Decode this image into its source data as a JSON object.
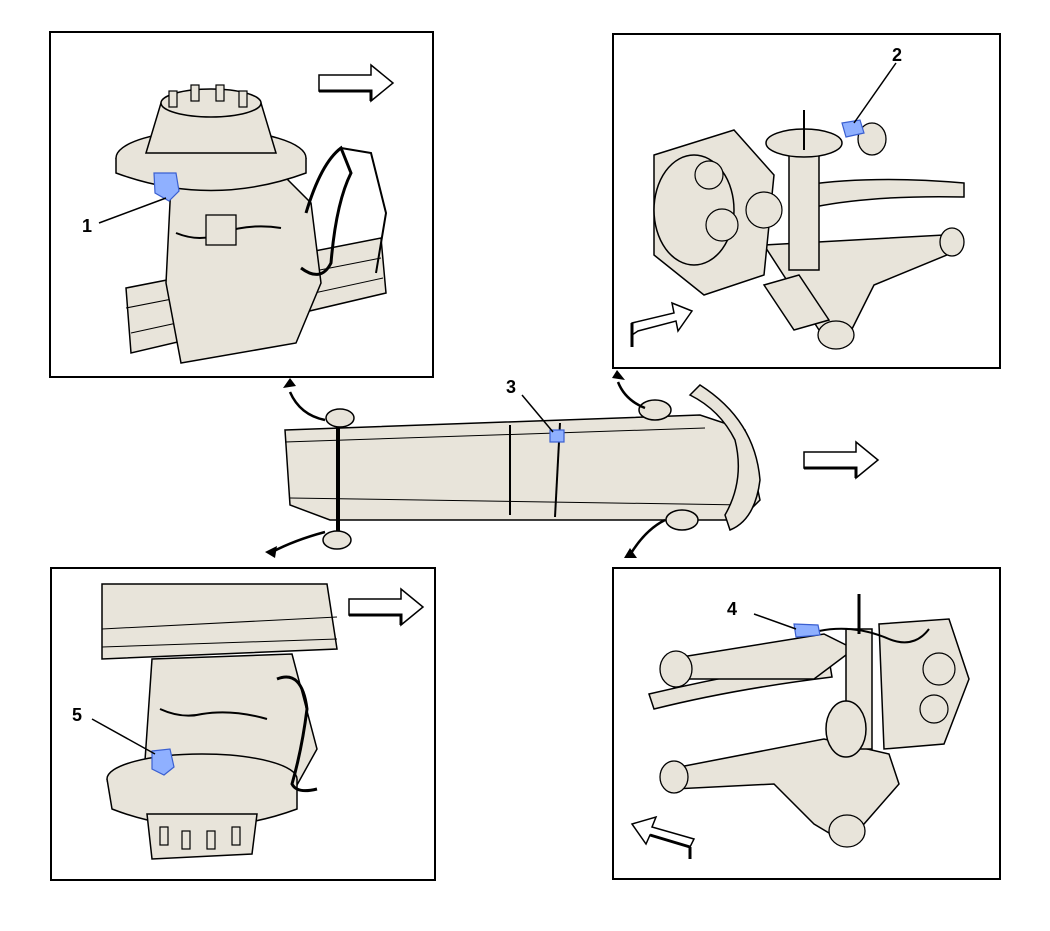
{
  "callouts": {
    "c1": "1",
    "c2": "2",
    "c3": "3",
    "c4": "4",
    "c5": "5"
  },
  "colors": {
    "part_fill": "#e8e4da",
    "sensor_highlight": "#8fb0ff",
    "line": "#000000",
    "background": "#ffffff"
  },
  "icons": {
    "direction": "forward-arrow-icon",
    "zoom": "curved-arrow-icon"
  }
}
